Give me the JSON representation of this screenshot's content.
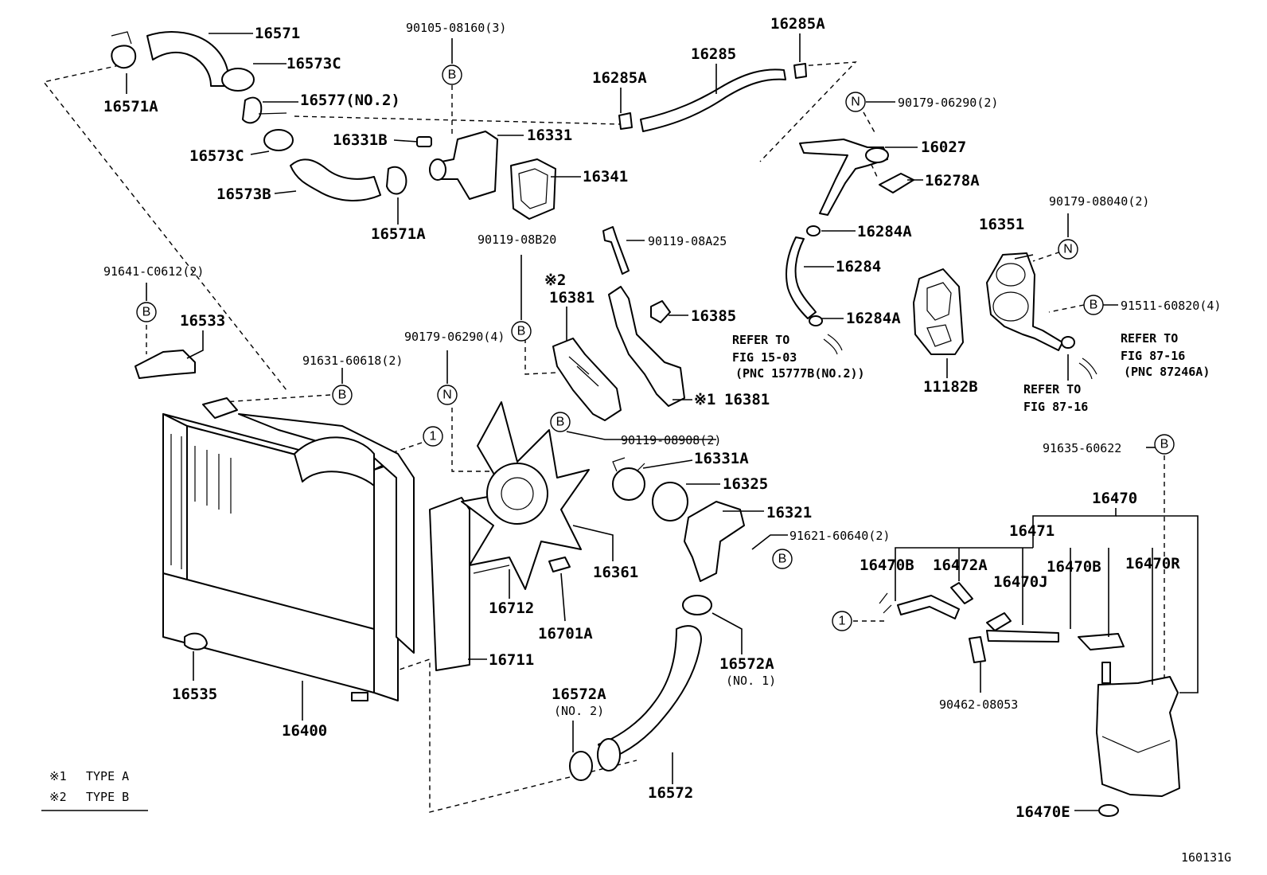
{
  "figure_id": "160131G",
  "legend": [
    {
      "mark": "※1",
      "text": "TYPE A"
    },
    {
      "mark": "※2",
      "text": "TYPE B"
    }
  ],
  "parts": [
    "16571",
    "16573C",
    "16577(NO.2)",
    "16571A",
    "16573C",
    "16573B",
    "16571A",
    "16331B",
    "16331",
    "16341",
    "90105-08160(3)",
    "16285A",
    "16285",
    "16285A",
    "90179-06290(2)",
    "16027",
    "16278A",
    "16284A",
    "16284",
    "16284A",
    "90119-08A25",
    "90119-08B20",
    "16381",
    "16385",
    "16381",
    "90179-06290(4)",
    "91641-C0612(2)",
    "16533",
    "91631-60618(2)",
    "90119-08908(2)",
    "16331A",
    "16325",
    "16321",
    "91621-60640(2)",
    "16361",
    "16712",
    "16701A",
    "16711",
    "16535",
    "16400",
    "16572A",
    "(NO. 1)",
    "16572A",
    "(NO. 2)",
    "16572",
    "16351",
    "90179-08040(2)",
    "91511-60820(4)",
    "11182B",
    "91635-60622",
    "16470",
    "16471",
    "16470B",
    "16472A",
    "16470B",
    "16470R",
    "16470J",
    "90462-08053",
    "16470E"
  ],
  "refs": [
    "REFER TO",
    "FIG 15-03",
    "(PNC 15777B(NO.2))",
    "REFER TO",
    "FIG 87-16",
    "(PNC 87246A)",
    "REFER TO",
    "FIG 87-16"
  ],
  "markers": {
    "type_b": "※2",
    "type_a": "※1"
  },
  "circles": {
    "B": "B",
    "N": "N",
    "one": "1"
  }
}
